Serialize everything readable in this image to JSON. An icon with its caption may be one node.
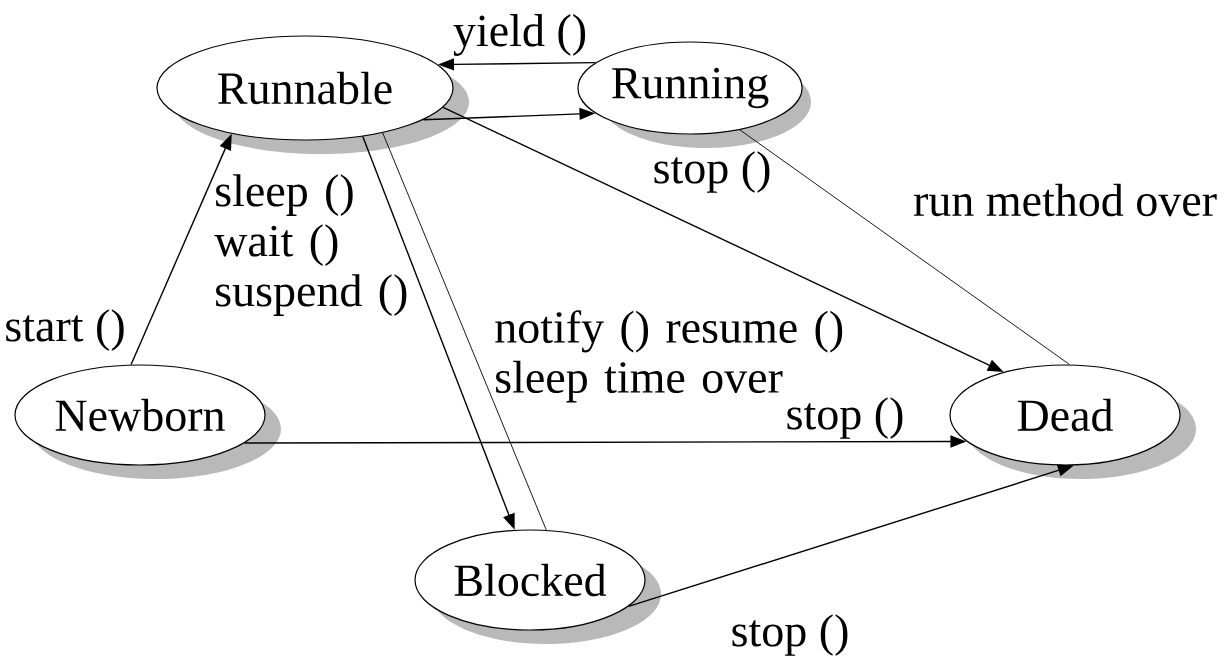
{
  "diagram": {
    "nodes": [
      {
        "text": [
          "Runnable"
        ]
      },
      {
        "text": [
          "Running"
        ]
      },
      {
        "text": [
          "Newborn"
        ]
      },
      {
        "text": [
          "Dead"
        ]
      },
      {
        "text": [
          "Blocked"
        ]
      }
    ],
    "edges": [
      {
        "from": 1,
        "to": 0,
        "arrow": "to",
        "label": "yield ()"
      },
      {
        "from": 0,
        "to": 1,
        "arrow": "to"
      },
      {
        "from": 2,
        "to": 0,
        "arrow": "to",
        "label": "start ()"
      },
      {
        "from": 0,
        "to": 4,
        "arrow": "to",
        "label": "sleep () wait () suspend ()"
      },
      {
        "from": 4,
        "to": 0,
        "arrow": "none",
        "label": "notify () resume () sleep time over"
      },
      {
        "from": 0,
        "to": 3,
        "arrow": "to",
        "label": "stop ()"
      },
      {
        "from": 1,
        "to": 3,
        "arrow": "none",
        "label": "run method over"
      },
      {
        "from": 2,
        "to": 3,
        "arrow": "to",
        "label": "stop ()"
      },
      {
        "from": 4,
        "to": 3,
        "arrow": "to",
        "label": "stop ()"
      }
    ]
  }
}
